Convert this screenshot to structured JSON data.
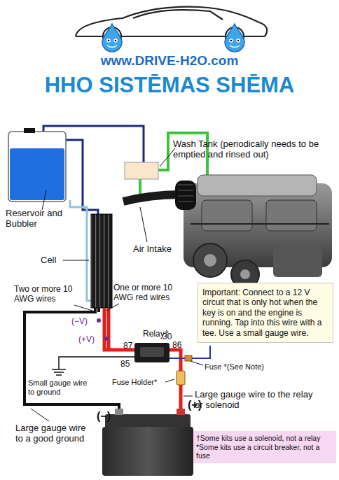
{
  "diagram": {
    "title": "HHO SISTĒMAS SHĒMA",
    "nodes": [
      {
        "text": [
          "Important: Connect to a 12 V circuit that is only hot when the key is on and the engine is running. Tap into this wire with a tee. Use a small gauge wire."
        ]
      },
      {
        "text": [
          "†Some kits use a solenoid, not a relay",
          "*Some kits use a circuit breaker, not a fuse"
        ]
      }
    ],
    "labels": [
      "www.DRIVE-H2O.com",
      "Wash Tank (periodically needs to be emptied and rinsed out)",
      "Reservoir and Bubbler",
      "Cell",
      "Air Intake",
      "Two or more 10 AWG wires",
      "One or more 10 AWG red wires",
      "(−V)",
      "(+V)",
      "Relay†",
      "87",
      "30",
      "85",
      "86",
      "Fuse *(See Note)",
      "Small gauge wire to ground",
      "Fuse Holder*",
      "Large gauge wire to the relay or solenoid",
      "(−)",
      "(+)",
      "Large gauge wire to a good ground"
    ]
  }
}
